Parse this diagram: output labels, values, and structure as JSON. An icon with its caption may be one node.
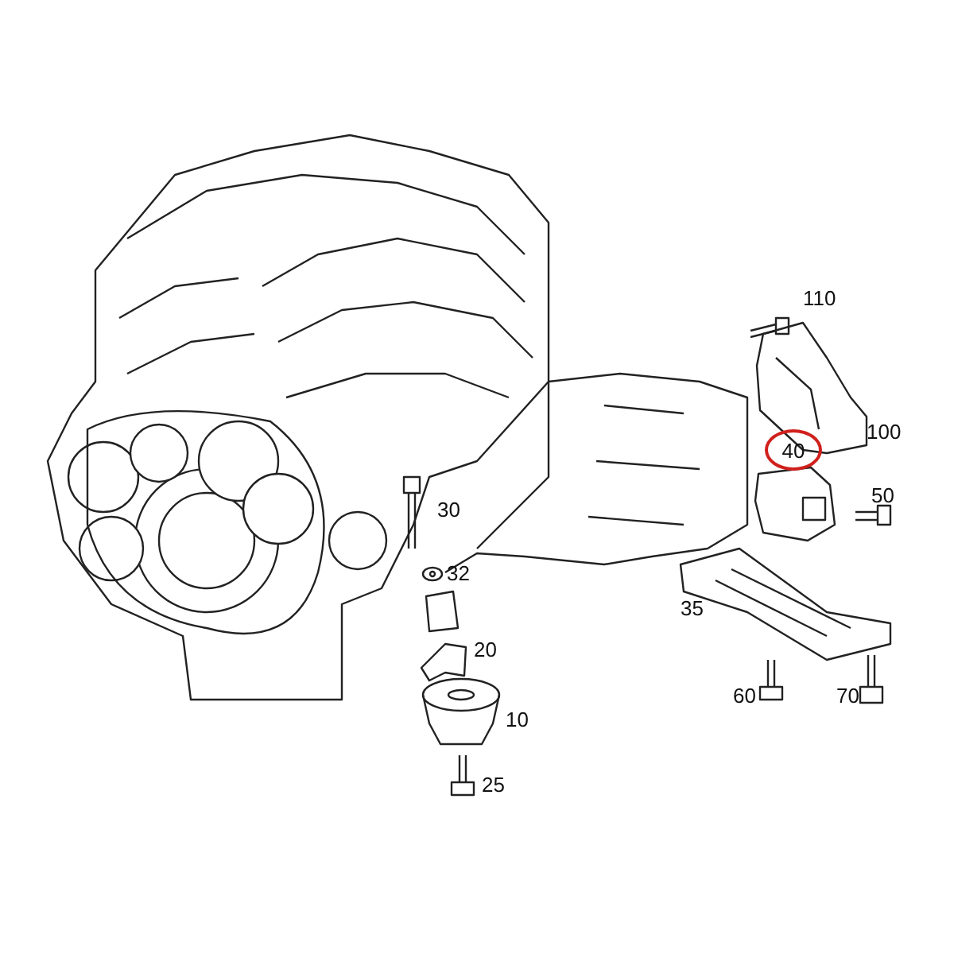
{
  "diagram": {
    "nodes": [
      {
        "text": [
          "40"
        ]
      }
    ],
    "labels": [
      "110",
      "100",
      "30",
      "50",
      "32",
      "35",
      "20",
      "60",
      "70",
      "10",
      "25"
    ]
  }
}
